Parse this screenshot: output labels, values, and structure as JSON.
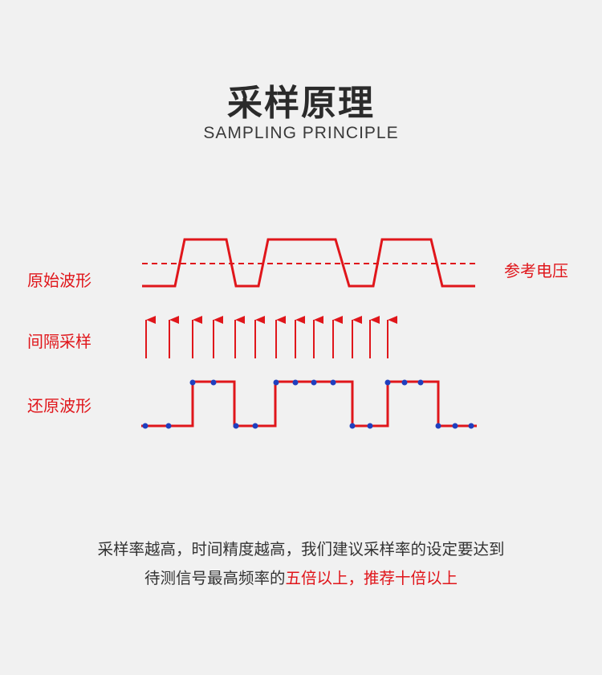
{
  "title": "采样原理",
  "subtitle": "SAMPLING PRINCIPLE",
  "labels": {
    "original": "原始波形",
    "interval": "间隔采样",
    "restored": "还原波形",
    "reference": "参考电压"
  },
  "caption": {
    "line1": "采样率越高，时间精度越高，我们建议采样率的设定要达到",
    "line2_prefix": "待测信号最高频率的",
    "line2_highlight": "五倍以上，推荐十倍以上"
  },
  "colors": {
    "signal": "#e0161b",
    "sample_dot": "#1f3fbf",
    "text": "#333333",
    "background": "#f1f1f1"
  },
  "diagram": {
    "original_levels": [
      "low",
      "high",
      "high",
      "low",
      "high",
      "high",
      "low",
      "high",
      "high",
      "low"
    ],
    "sample_count": 13,
    "restored_levels": [
      "low",
      "low",
      "high",
      "high",
      "low",
      "low",
      "high",
      "high",
      "high",
      "high",
      "low",
      "low",
      "high",
      "high",
      "high",
      "low",
      "low",
      "low"
    ]
  }
}
